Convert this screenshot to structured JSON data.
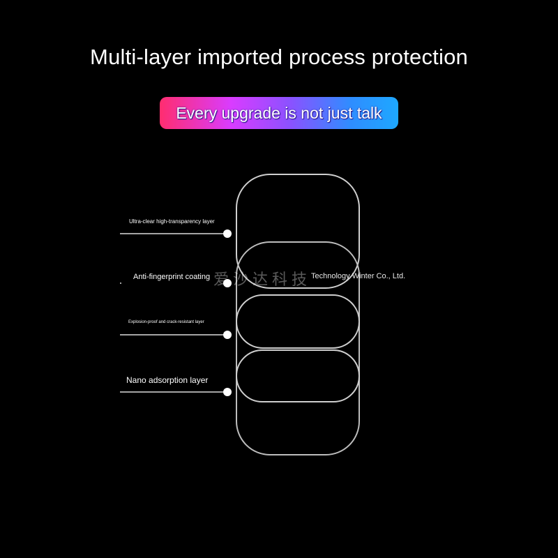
{
  "header": {
    "title": "Multi-layer imported process protection",
    "badge_text": "Every upgrade is not just talk"
  },
  "layers": [
    {
      "label": "Ultra-clear high-transparency layer"
    },
    {
      "label": "Anti-fingerprint coating"
    },
    {
      "label": "Explosion-proof and crack-resistant layer"
    },
    {
      "label": "Nano adsorption layer"
    }
  ],
  "watermark": {
    "cjk_text": "爱沙达科技",
    "latin_text": "Technology Winter Co., Ltd."
  },
  "colors": {
    "background": "#000000",
    "text": "#ffffff",
    "outline": "#cfcfcf",
    "gradient": [
      "#ff2d6f",
      "#d93cff",
      "#8a52ff",
      "#2f8dff",
      "#1ea8ff"
    ]
  }
}
